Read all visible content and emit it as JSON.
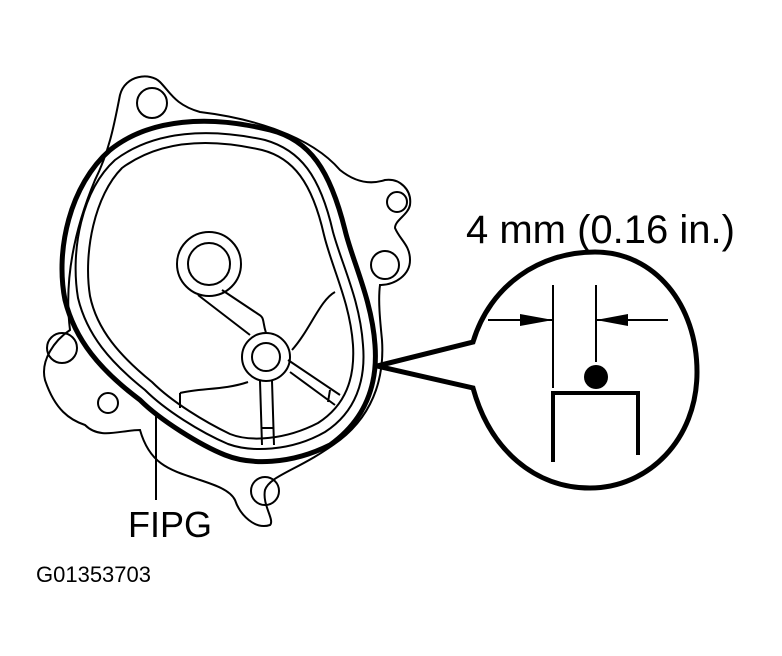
{
  "diagram": {
    "type": "technical-service-illustration",
    "subject": "housing cover with FIPG sealant bead",
    "labels": {
      "dimension": "4 mm (0.16 in.)",
      "sealant": "FIPG",
      "figure_code": "G01353703"
    },
    "colors": {
      "line": "#000000",
      "background": "#ffffff"
    }
  }
}
